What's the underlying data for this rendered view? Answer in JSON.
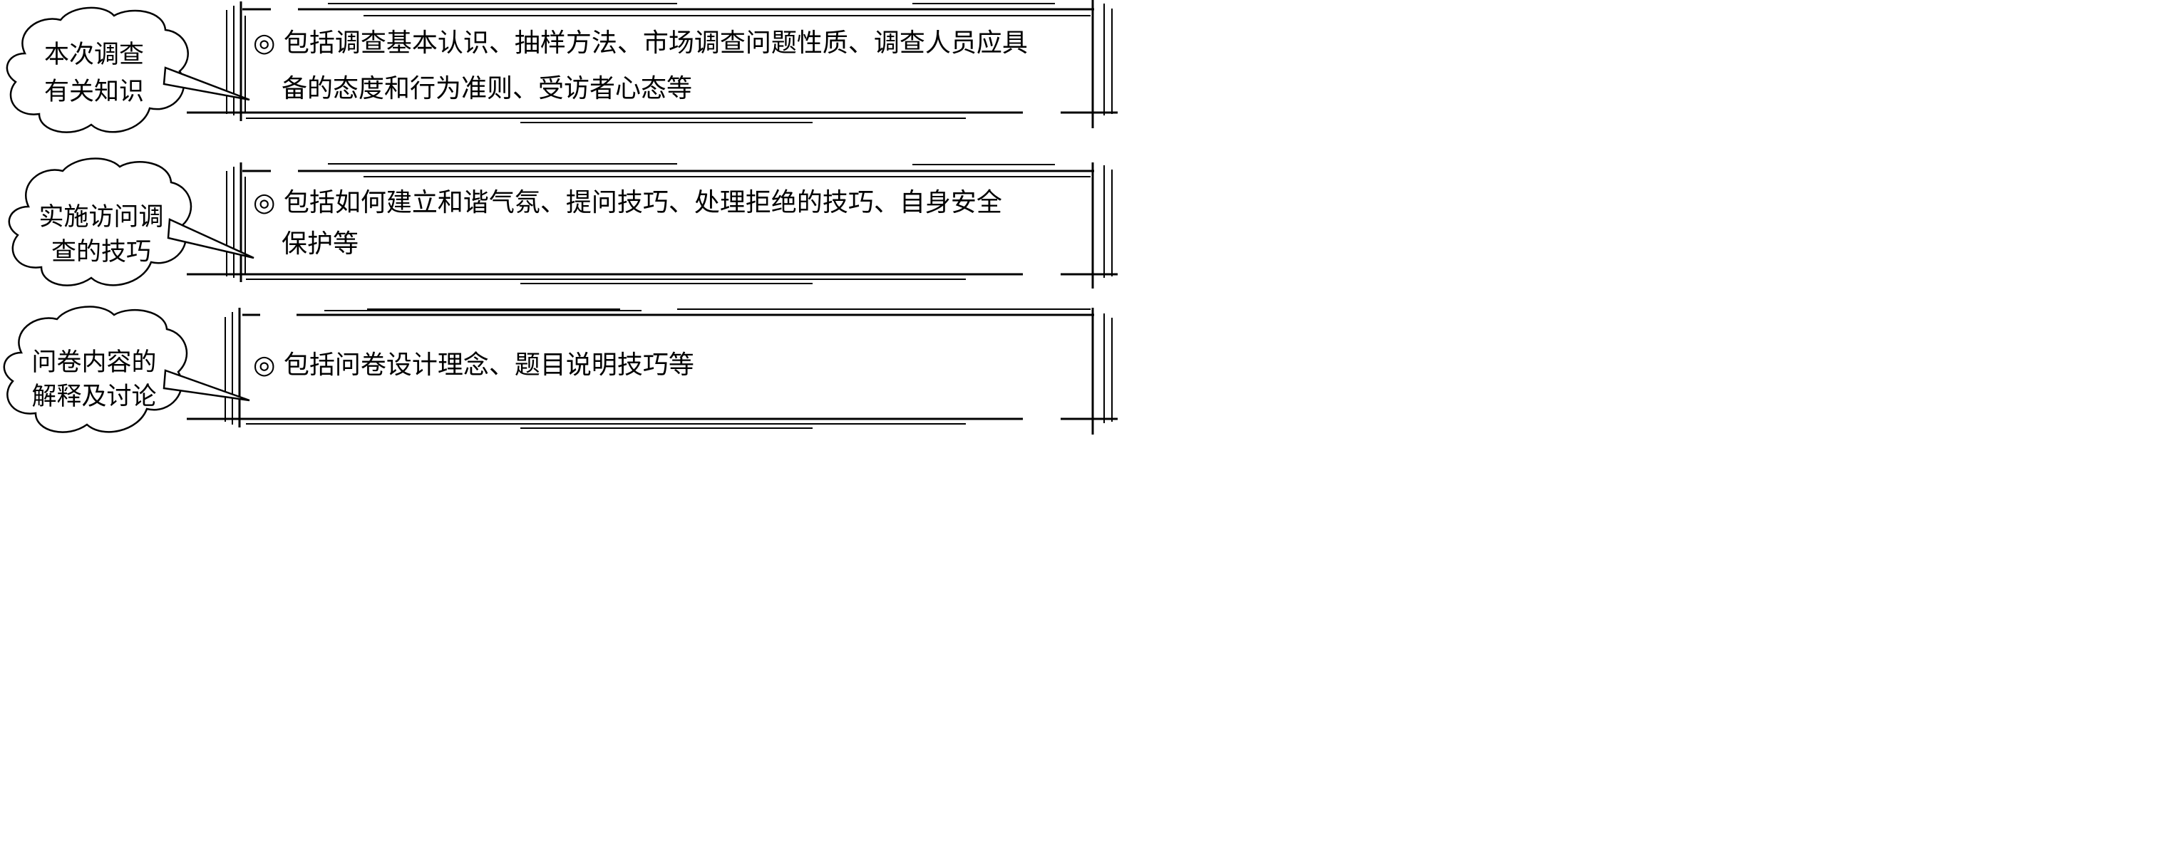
{
  "rows": [
    {
      "cloud_lines": [
        "本次调查",
        "有关知识"
      ],
      "desc_lines": [
        "◎ 包括调查基本认识、抽样方法、市场调查问题性质、调查人员应具",
        "备的态度和行为准则、受访者心态等"
      ]
    },
    {
      "cloud_lines": [
        "实施访问调",
        "查的技巧"
      ],
      "desc_lines": [
        "◎ 包括如何建立和谐气氛、提问技巧、处理拒绝的技巧、自身安全",
        "保护等"
      ]
    },
    {
      "cloud_lines": [
        "问卷内容的",
        "解释及讨论"
      ],
      "desc_lines": [
        "◎ 包括问卷设计理念、题目说明技巧等"
      ]
    }
  ],
  "colors": {
    "ink": "#000000",
    "background": "#ffffff"
  }
}
